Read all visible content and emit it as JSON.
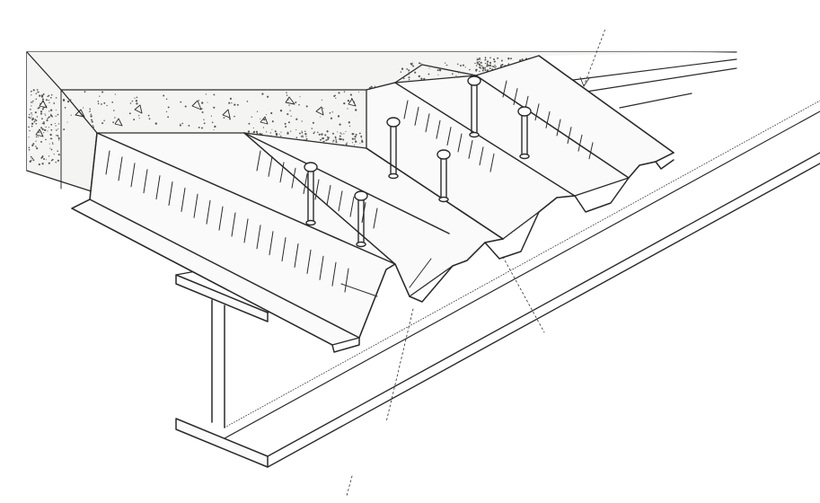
{
  "drawing": {
    "subject": "composite-steel-deck-floor",
    "components": [
      "concrete-slab",
      "profiled-steel-deck",
      "shear-stud-connectors",
      "steel-i-beam"
    ],
    "stud_count": 6,
    "deck_rib_count": 4,
    "leader_line_count": 4,
    "colors": {
      "ink": "#2a2a2a",
      "paper": "#ffffff",
      "concrete": "#f4f4f2",
      "steel": "#fafafa"
    },
    "style": "pencil-line-sketch"
  }
}
